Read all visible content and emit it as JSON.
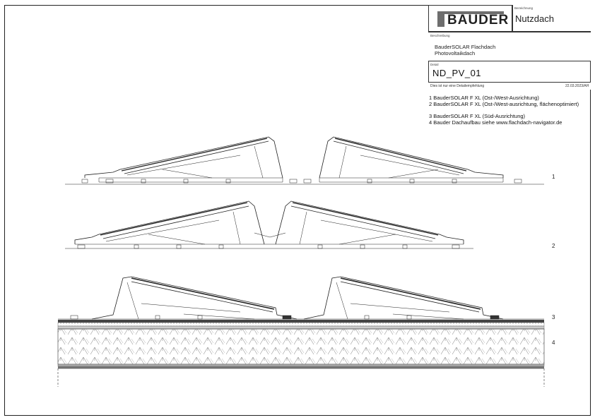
{
  "title_block": {
    "brand": "BAUDER",
    "bezeichnung_label": "Bezeichnung",
    "bezeichnung": "Nutzdach",
    "beschreibung_label": "Beschreibung",
    "beschreibung_line1": "BauderSOLAR Flachdach",
    "beschreibung_line2": "Photovoltaikdach",
    "detail_label": "Detail",
    "detail": "ND_PV_01",
    "note": "Dies ist nur eine Detailempfehlung",
    "date": "22.03.2023/AH"
  },
  "legend": [
    "1  BauderSOLAR F XL (Ost-/West-Ausrichtung)",
    "2  BauderSOLAR F XL (Ost-/West-ausrichtung, flächenoptimiert)",
    "3  BauderSOLAR F XL (Süd-Ausrichtung)",
    "4  Bauder Dachaufbau siehe www.flachdach-navigator.de"
  ],
  "row_labels": [
    "1",
    "2",
    "3",
    "4"
  ],
  "colors": {
    "line": "#222222",
    "hatch": "#555555",
    "layer": "#bbbbbb"
  }
}
